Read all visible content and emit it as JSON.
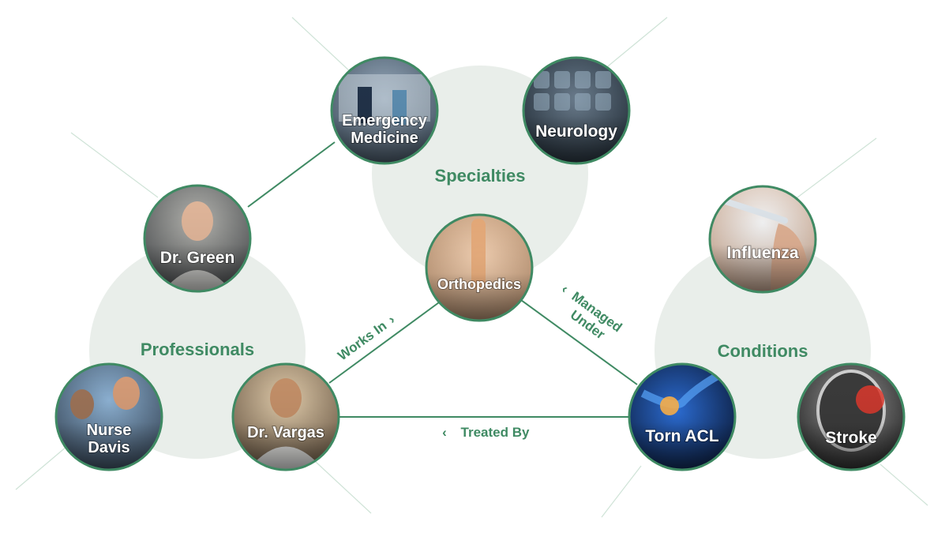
{
  "groups": {
    "specialties": "Specialties",
    "professionals": "Professionals",
    "conditions": "Conditions"
  },
  "nodes": {
    "emergency_medicine": [
      "Emergency",
      "Medicine"
    ],
    "neurology": "Neurology",
    "orthopedics": "Orthopedics",
    "dr_green": "Dr. Green",
    "dr_vargas": "Dr. Vargas",
    "nurse_davis": [
      "Nurse",
      "Davis"
    ],
    "influenza": "Influenza",
    "torn_acl": "Torn ACL",
    "stroke": "Stroke"
  },
  "edges": {
    "works_in": "Works In",
    "managed_under": [
      "Managed",
      "Under"
    ],
    "treated_by": "Treated By"
  },
  "colors": {
    "accent": "#3f8a63",
    "group_background": "#e9eeea"
  }
}
